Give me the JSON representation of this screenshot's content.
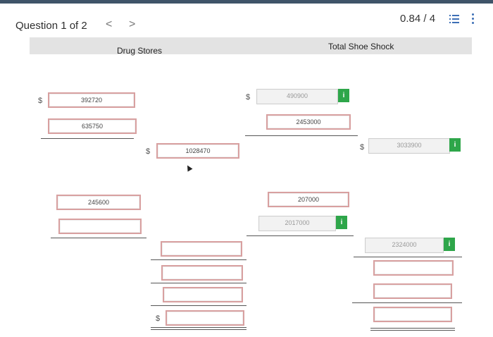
{
  "header": {
    "question_label": "Question 1 of 2",
    "prev_arrow": "<",
    "next_arrow": ">",
    "score": "0.84 / 4"
  },
  "table": {
    "col_drug_stores": "Drug Stores",
    "col_total_shoe": "Total Shoe Shock"
  },
  "symbols": {
    "dollar": "$",
    "info": "i"
  },
  "fields": {
    "drug_1": "392720",
    "drug_2": "635750",
    "drug_total": "1028470",
    "drug_3": "245600",
    "drug_4": "",
    "drug_5": "",
    "drug_6": "",
    "drug_7": "",
    "drug_8": "",
    "shoe_1": "490900",
    "shoe_2": "2453000",
    "shoe_total": "3033900",
    "shoe_3": "207000",
    "shoe_4": "2017000",
    "shoe_5": "2324000",
    "shoe_6": "",
    "shoe_7": "",
    "shoe_8": ""
  },
  "colors": {
    "accent": "#3d6fb6",
    "info_badge": "#2ea64a",
    "header_band": "#e3e3e3"
  }
}
